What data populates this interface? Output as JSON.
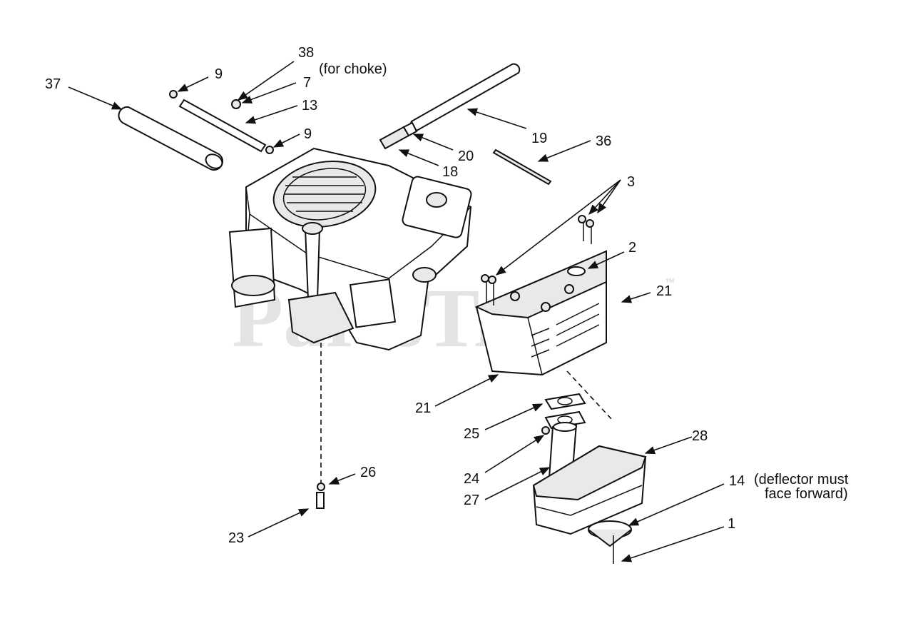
{
  "watermark": {
    "text": "PartsTree",
    "trademark": "™"
  },
  "callouts": {
    "c38": "38",
    "c38_note": "(for choke)",
    "c9a": "9",
    "c7": "7",
    "c13": "13",
    "c9b": "9",
    "c37": "37",
    "c19": "19",
    "c20": "20",
    "c18": "18",
    "c36": "36",
    "c3": "3",
    "c2": "2",
    "c21a": "21",
    "c21b": "21",
    "c25": "25",
    "c28": "28",
    "c24": "24",
    "c27": "27",
    "c14": "14",
    "c14_note1": "(deflector must",
    "c14_note2": "face forward)",
    "c1": "1",
    "c26": "26",
    "c23": "23"
  }
}
